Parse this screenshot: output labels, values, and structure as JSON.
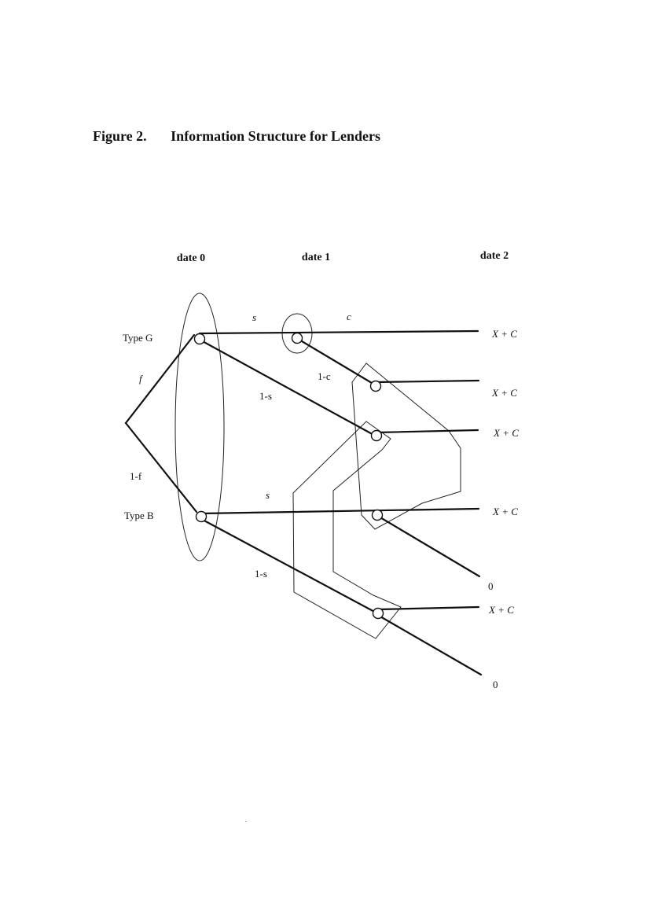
{
  "figure": {
    "number": "Figure 2.",
    "title": "Information Structure for Lenders"
  },
  "dates": [
    "date 0",
    "date 1",
    "date 2"
  ],
  "types": {
    "good": "Type G",
    "bad": "Type B"
  },
  "probabilities": {
    "f": "f",
    "one_minus_f": "1-f",
    "s_top": "s",
    "one_minus_s_top": "1-s",
    "s_bottom": "s",
    "one_minus_s_bottom": "1-s",
    "c": "c",
    "one_minus_c": "1-c"
  },
  "payoffs": {
    "p1": "X + C",
    "p2": "X + C",
    "p3": "X + C",
    "p4": "X + C",
    "p5": "0",
    "p6": "X + C",
    "p7": "0"
  },
  "stray_mark": "."
}
